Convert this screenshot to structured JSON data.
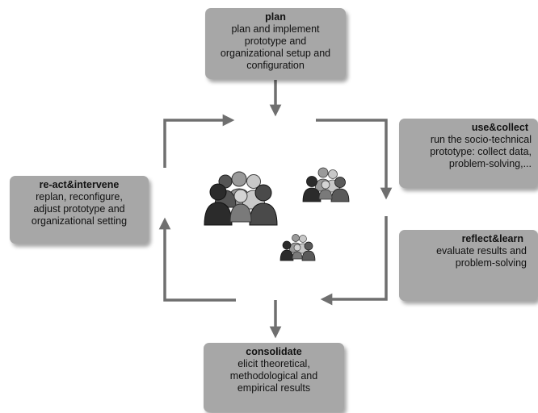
{
  "boxes": {
    "plan": {
      "title": "plan",
      "desc": "plan and implement\nprototype and\norganizational setup and\nconfiguration"
    },
    "use_collect": {
      "title": "use&collect",
      "desc": "run the socio-technical\nprototype: collect data,\nproblem-solving,..."
    },
    "reflect_learn": {
      "title": "reflect&learn",
      "desc": "evaluate results and\nproblem-solving"
    },
    "react_intervene": {
      "title": "re-act&intervene",
      "desc": "replan, reconfigure,\nadjust prototype and\norganizational setting"
    },
    "consolidate": {
      "title": "consolidate",
      "desc": "elicit theoretical,\nmethodological and\nempirical results"
    }
  },
  "colors": {
    "box_fill": "#a7a7a7",
    "arrow": "#6f6f6f",
    "people_dark": "#2b2b2b",
    "people_mid": "#6a6a6a",
    "people_light": "#bdbdbd"
  }
}
